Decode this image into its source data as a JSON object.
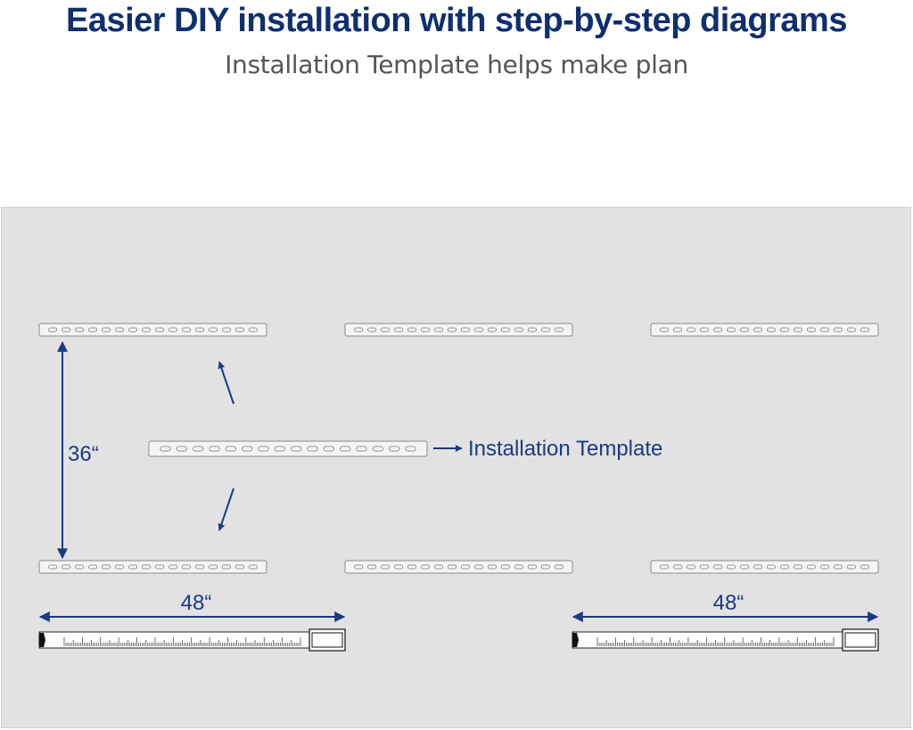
{
  "header": {
    "title": "Easier DIY installation with step-by-step diagrams",
    "subtitle": "Installation Template helps make plan"
  },
  "diagram": {
    "height_label": "36“",
    "template_label": "Installation Template",
    "width_label_left": "48“",
    "width_label_right": "48“"
  },
  "colors": {
    "title": "#0f2f6e",
    "subtitle": "#555555",
    "accent": "#1a3a82",
    "panel_bg": "#e2e2e2",
    "rail_fill": "#f4f4f4",
    "rail_stroke": "#8a8a8a"
  },
  "icons": [
    "arrow-icon",
    "tape-measure-icon",
    "rail-icon"
  ]
}
